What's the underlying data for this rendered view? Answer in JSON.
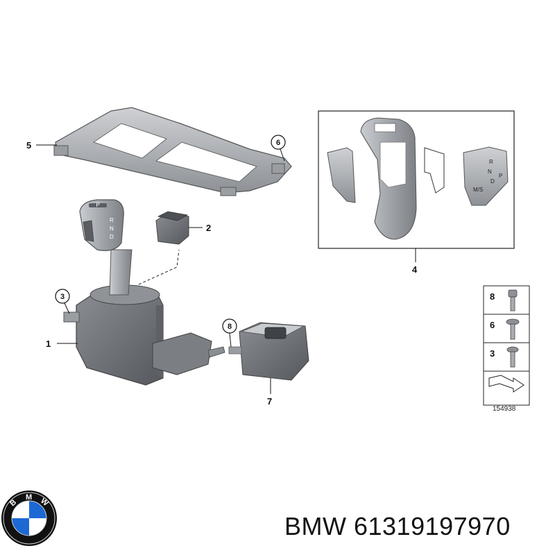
{
  "callouts": {
    "c1": "1",
    "c2": "2",
    "c3": "3",
    "c4": "4",
    "c5": "5",
    "c6": "6",
    "c7": "7",
    "c8": "8"
  },
  "legend": {
    "items": [
      "8",
      "6",
      "3"
    ],
    "ref_code": "154938"
  },
  "gear_labels": {
    "knob_top": "P",
    "knob_r": "R",
    "knob_n": "N",
    "knob_d": "D",
    "cover_r": "R",
    "cover_n": "N",
    "cover_d": "D",
    "cover_p": "P",
    "cover_ms": "M/S"
  },
  "logo": {
    "letters": [
      "B",
      "M",
      "W"
    ]
  },
  "caption": "BMW 61319197970",
  "colors": {
    "part_gray": "#a9acb0",
    "part_dark": "#6f7378",
    "part_light": "#d7d9dc",
    "line": "#111111",
    "logo_blue": "#1c69d4",
    "logo_black": "#111111"
  }
}
